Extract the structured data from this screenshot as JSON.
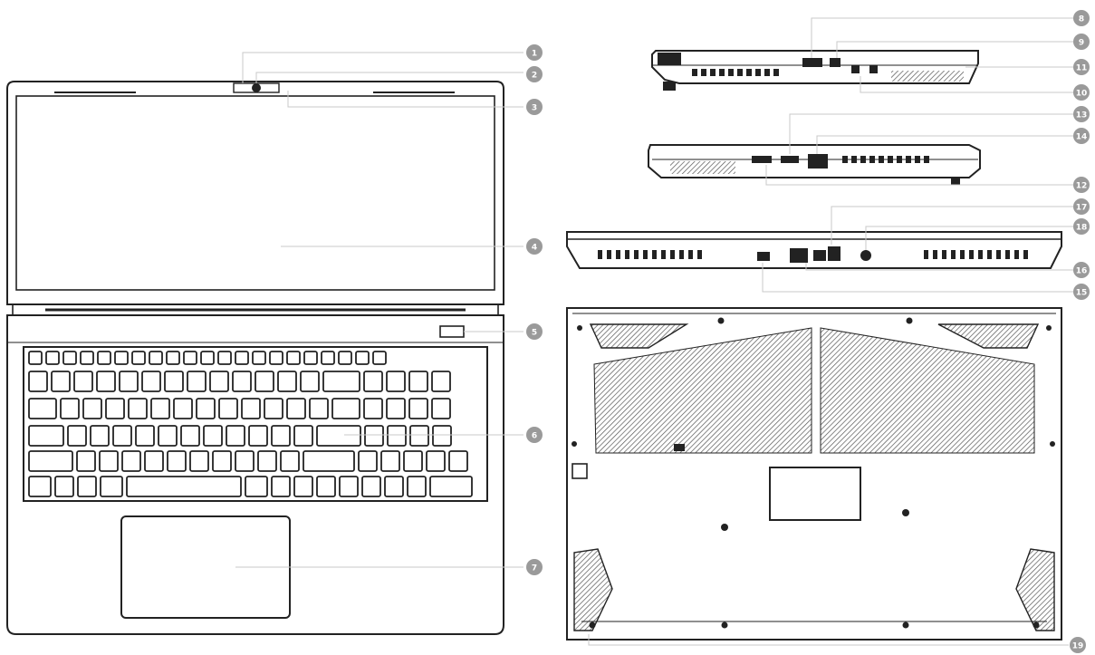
{
  "colors": {
    "outline": "#222222",
    "leader": "#c8c8c8",
    "callout": "#9a9a9a",
    "vent_hatch": "#555555"
  },
  "views": {
    "top": "laptop-open-top-view",
    "right_side": "laptop-right-side-view",
    "left_side": "laptop-left-side-view",
    "rear": "laptop-rear-view",
    "bottom": "laptop-bottom-view"
  },
  "callouts": {
    "c1": "1",
    "c2": "2",
    "c3": "3",
    "c4": "4",
    "c5": "5",
    "c6": "6",
    "c7": "7",
    "c8": "8",
    "c9": "9",
    "c10": "10",
    "c11": "11",
    "c12": "12",
    "c13": "13",
    "c14": "14",
    "c15": "15",
    "c16": "16",
    "c17": "17",
    "c18": "18",
    "c19": "19"
  }
}
